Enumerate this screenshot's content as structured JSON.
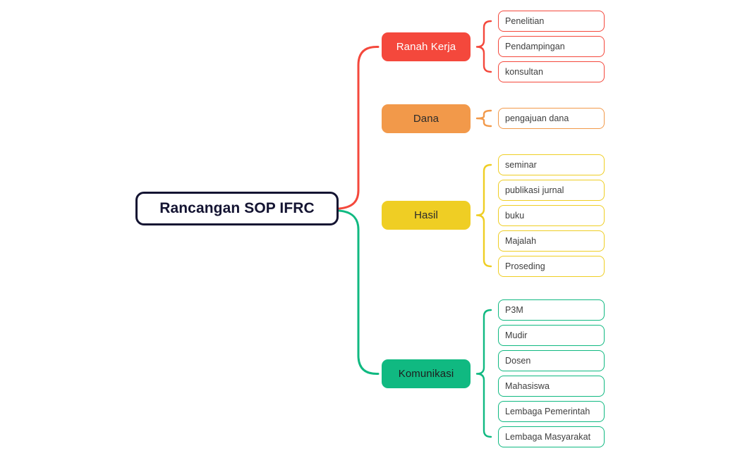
{
  "diagram": {
    "type": "mind-map",
    "title": "Rancangan SOP IFRC",
    "background_color": "#FFFFFF",
    "root": {
      "label": "Rancangan SOP IFRC",
      "border_color": "#141432",
      "text_color": "#141432",
      "fill_color": "#FFFFFF"
    },
    "branches": [
      {
        "label": "Ranah Kerja",
        "color": "#F4483C",
        "text_color": "#FFFFFF",
        "leaves": [
          {
            "label": "Penelitian"
          },
          {
            "label": "Pendampingan"
          },
          {
            "label": "konsultan"
          }
        ]
      },
      {
        "label": "Dana",
        "color": "#F2994A",
        "text_color": "#2B2B2B",
        "leaves": [
          {
            "label": "pengajuan dana"
          }
        ]
      },
      {
        "label": "Hasil",
        "color": "#EFCE24",
        "text_color": "#2B2B2B",
        "leaves": [
          {
            "label": "seminar"
          },
          {
            "label": "publikasi jurnal"
          },
          {
            "label": "buku"
          },
          {
            "label": "Majalah"
          },
          {
            "label": "Proseding"
          }
        ]
      },
      {
        "label": "Komunikasi",
        "color": "#10B981",
        "text_color": "#1E1E1E",
        "leaves": [
          {
            "label": "P3M"
          },
          {
            "label": "Mudir"
          },
          {
            "label": "Dosen"
          },
          {
            "label": "Mahasiswa"
          },
          {
            "label": "Lembaga Pemerintah"
          },
          {
            "label": "Lembaga Masyarakat"
          }
        ]
      }
    ]
  }
}
